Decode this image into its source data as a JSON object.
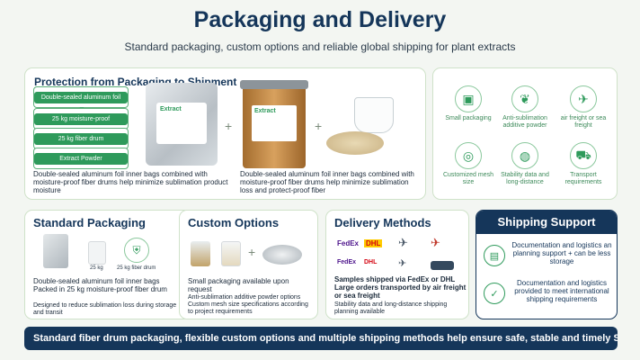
{
  "header": {
    "title": "Packaging and Delivery",
    "subtitle": "Standard packaging, custom options and reliable global shipping for plant extracts"
  },
  "protection": {
    "title": "Protection from Packaging to Shipment",
    "steps": [
      "Double-sealed aluminum foil",
      "25 kg moisture-proof",
      "25 kg fiber drum",
      "Extract Powder"
    ],
    "bag_label": "Extract",
    "drum_label": "Extract",
    "desc_left": "Double-sealed aluminum foil inner bags combined with moisture-proof fiber drums help minimize sublimation product moisture",
    "desc_right": "Double-sealed aluminum foil inner bags combined with moisture-proof fiber drums help minimize sublimation loss and protect-proof fiber"
  },
  "features": [
    {
      "icon": "box-icon",
      "glyph": "▣",
      "caption": "Small packaging"
    },
    {
      "icon": "leaf-icon",
      "glyph": "❦",
      "caption": "Anti-sublimation additive powder"
    },
    {
      "icon": "airplane-icon",
      "glyph": "✈",
      "caption": "air freight or sea freight"
    },
    {
      "icon": "drum-icon",
      "glyph": "◎",
      "caption": "Customized mesh size"
    },
    {
      "icon": "globe-icon",
      "glyph": "◍",
      "caption": "Stability data and long-distance"
    },
    {
      "icon": "truck-icon",
      "glyph": "⛟",
      "caption": "Transport requirements"
    }
  ],
  "standard": {
    "title": "Standard Packaging",
    "label_a": "25 kg",
    "label_b": "25 kg fiber drum",
    "lines": [
      "Double-sealed aluminum foil inner bags",
      "Packed in 25 kg moisture-proof fiber drum",
      "Designed to reduce sublimation loss during storage and transit"
    ]
  },
  "custom": {
    "title": "Custom Options",
    "lines": [
      "Small packaging available upon request",
      "Anti-sublimation additive powder options",
      "Custom mesh size specifications according to project requirements"
    ]
  },
  "delivery": {
    "title": "Delivery Methods",
    "logos": [
      "FedEx",
      "DHL",
      "FedEx",
      "DHL"
    ],
    "lines": [
      "Samples shipped via FedEx or DHL",
      "Large orders transported by air freight or sea freight",
      "Stability data and long-distance shipping planning available"
    ]
  },
  "support": {
    "title": "Shipping Support",
    "items": [
      {
        "icon": "document-icon",
        "glyph": "▤",
        "text": "Documentation and logistics an planning support + can be less storage"
      },
      {
        "icon": "check-document-icon",
        "glyph": "✓",
        "text": "Documentation and logistics provided to meet international shipping requirements"
      }
    ]
  },
  "footer": {
    "text": "Standard fiber drum packaging, flexible custom options and multiple shipping methods help ensure safe, stable and timely Shipments"
  },
  "colors": {
    "navy": "#15365a",
    "green": "#2e9a5b",
    "fedex_purple": "#4d148c",
    "fedex_orange": "#ff6600",
    "dhl_red": "#d40511",
    "dhl_yellow": "#ffcc00"
  }
}
